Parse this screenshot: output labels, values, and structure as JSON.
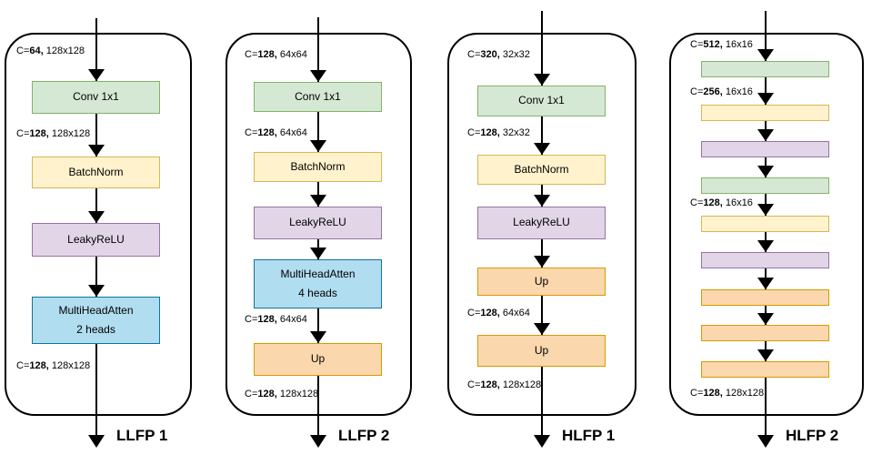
{
  "palette": {
    "green": {
      "fill": "#d5e8d4",
      "stroke": "#82b366"
    },
    "yellow": {
      "fill": "#fff2cc",
      "stroke": "#d6b656"
    },
    "purple": {
      "fill": "#e1d5e7",
      "stroke": "#9673a6"
    },
    "blue": {
      "fill": "#b1ddf0",
      "stroke": "#10739e"
    },
    "orange": {
      "fill": "#fad7ac",
      "stroke": "#d79b00"
    },
    "line": "#000000",
    "background": "#ffffff"
  },
  "panels": [
    {
      "name": "LLFP 1",
      "items": [
        {
          "kind": "label",
          "pre": "C=",
          "channels": "64,",
          "size": "128x128"
        },
        {
          "kind": "box",
          "color": "green",
          "lines": [
            "Conv 1x1"
          ]
        },
        {
          "kind": "label",
          "pre": "C=",
          "channels": "128,",
          "size": "128x128"
        },
        {
          "kind": "box",
          "color": "yellow",
          "lines": [
            "BatchNorm"
          ]
        },
        {
          "kind": "box",
          "color": "purple",
          "lines": [
            "LeakyReLU"
          ]
        },
        {
          "kind": "box",
          "color": "blue",
          "lines": [
            "MultiHeadAtten",
            "2 heads"
          ]
        },
        {
          "kind": "label",
          "pre": "C=",
          "channels": "128,",
          "size": "128x128"
        }
      ]
    },
    {
      "name": "LLFP 2",
      "items": [
        {
          "kind": "label",
          "pre": "C=",
          "channels": "128,",
          "size": "64x64"
        },
        {
          "kind": "box",
          "color": "green",
          "lines": [
            "Conv 1x1"
          ]
        },
        {
          "kind": "label",
          "pre": "C=",
          "channels": "128,",
          "size": "64x64"
        },
        {
          "kind": "box",
          "color": "yellow",
          "lines": [
            "BatchNorm"
          ]
        },
        {
          "kind": "box",
          "color": "purple",
          "lines": [
            "LeakyReLU"
          ]
        },
        {
          "kind": "box",
          "color": "blue",
          "lines": [
            "MultiHeadAtten",
            "4 heads"
          ]
        },
        {
          "kind": "label",
          "pre": "C=",
          "channels": "128,",
          "size": "64x64"
        },
        {
          "kind": "box",
          "color": "orange",
          "lines": [
            "Up"
          ]
        },
        {
          "kind": "label",
          "pre": "C=",
          "channels": "128,",
          "size": "128x128"
        }
      ]
    },
    {
      "name": "HLFP 1",
      "items": [
        {
          "kind": "label",
          "pre": "C=",
          "channels": "320,",
          "size": "32x32"
        },
        {
          "kind": "box",
          "color": "green",
          "lines": [
            "Conv 1x1"
          ]
        },
        {
          "kind": "label",
          "pre": "C=",
          "channels": "128,",
          "size": "32x32"
        },
        {
          "kind": "box",
          "color": "yellow",
          "lines": [
            "BatchNorm"
          ]
        },
        {
          "kind": "box",
          "color": "purple",
          "lines": [
            "LeakyReLU"
          ]
        },
        {
          "kind": "box",
          "color": "orange",
          "lines": [
            "Up"
          ]
        },
        {
          "kind": "label",
          "pre": "C=",
          "channels": "128,",
          "size": "64x64"
        },
        {
          "kind": "box",
          "color": "orange",
          "lines": [
            "Up"
          ]
        },
        {
          "kind": "label",
          "pre": "C=",
          "channels": "128,",
          "size": "128x128"
        }
      ]
    },
    {
      "name": "HLFP 2",
      "items": [
        {
          "kind": "label",
          "pre": "C=",
          "channels": "512,",
          "size": "16x16"
        },
        {
          "kind": "box",
          "color": "green",
          "lines": []
        },
        {
          "kind": "label",
          "pre": "C=",
          "channels": "256,",
          "size": "16x16"
        },
        {
          "kind": "box",
          "color": "yellow",
          "lines": []
        },
        {
          "kind": "box",
          "color": "purple",
          "lines": []
        },
        {
          "kind": "box",
          "color": "green",
          "lines": []
        },
        {
          "kind": "label",
          "pre": "C=",
          "channels": "128,",
          "size": "16x16"
        },
        {
          "kind": "box",
          "color": "yellow",
          "lines": []
        },
        {
          "kind": "box",
          "color": "purple",
          "lines": []
        },
        {
          "kind": "box",
          "color": "orange",
          "lines": []
        },
        {
          "kind": "box",
          "color": "orange",
          "lines": []
        },
        {
          "kind": "box",
          "color": "orange",
          "lines": []
        },
        {
          "kind": "label",
          "pre": "C=",
          "channels": "128,",
          "size": "128x128"
        }
      ]
    }
  ]
}
